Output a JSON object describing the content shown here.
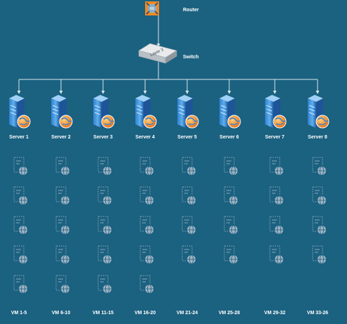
{
  "router": {
    "label": "Router"
  },
  "switch": {
    "label": "Switch",
    "badge": "Layer 3"
  },
  "servers": [
    {
      "label": "Server 1",
      "vm_label": "VM 1-5",
      "vm_count": 5
    },
    {
      "label": "Server 2",
      "vm_label": "VM 6-10",
      "vm_count": 5
    },
    {
      "label": "Server 3",
      "vm_label": "VM 11-15",
      "vm_count": 5
    },
    {
      "label": "Server 4",
      "vm_label": "VM 16-20",
      "vm_count": 5
    },
    {
      "label": "Server 5",
      "vm_label": "VM 21-24",
      "vm_count": 4
    },
    {
      "label": "Server 6",
      "vm_label": "VM 25-28",
      "vm_count": 4
    },
    {
      "label": "Server 7",
      "vm_label": "VM 29-32",
      "vm_count": 4
    },
    {
      "label": "Server 8",
      "vm_label": "VM 33-26",
      "vm_count": 4
    }
  ],
  "colors": {
    "background": "#1b6180",
    "line": "#d9e6ee",
    "server_blue": "#3d8fd8",
    "globe_orange": "#f08a24",
    "vm_outline": "#8aa6b8",
    "vm_globe": "#9fb3c3"
  }
}
